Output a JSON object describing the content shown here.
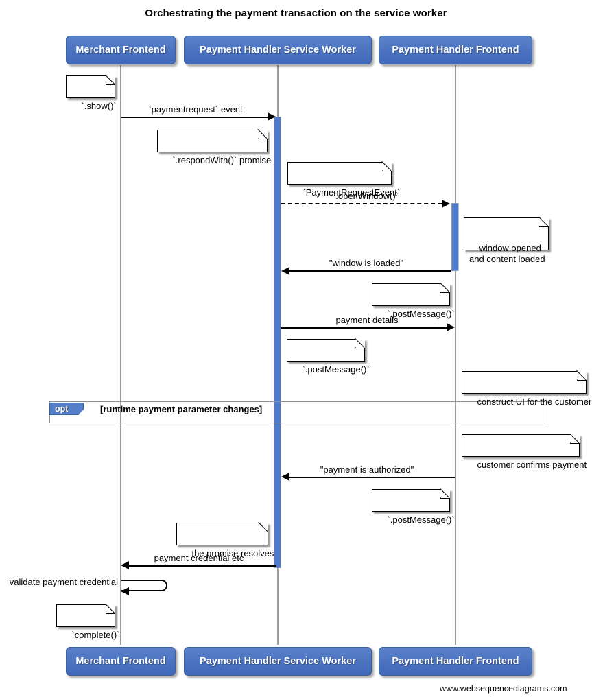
{
  "title": "Orchestrating the payment transaction on the service worker",
  "footer": "www.websequencediagrams.com",
  "participants": [
    {
      "id": "merchant",
      "label": "Merchant Frontend"
    },
    {
      "id": "sw",
      "label": "Payment Handler Service Worker"
    },
    {
      "id": "phfe",
      "label": "Payment Handler Frontend"
    }
  ],
  "messages": [
    {
      "id": "m1",
      "label": "`paymentrequest` event"
    },
    {
      "id": "m2",
      "label": "`.openWindow()`"
    },
    {
      "id": "m3",
      "label": "\"window is loaded\""
    },
    {
      "id": "m4",
      "label": "payment details"
    },
    {
      "id": "m5",
      "label": "\"payment is authorized\""
    },
    {
      "id": "m6",
      "label": "payment credential etc"
    },
    {
      "id": "m7",
      "label": "validate payment credential"
    }
  ],
  "notes": [
    {
      "id": "n1",
      "text": "`.show()`"
    },
    {
      "id": "n2",
      "text": "`.respondWith()` promise"
    },
    {
      "id": "n3",
      "text": "`PaymentRequestEvent`"
    },
    {
      "id": "n4",
      "text": "window opened\nand content loaded"
    },
    {
      "id": "n5",
      "text": "`.postMessage()`"
    },
    {
      "id": "n6",
      "text": "`.postMessage()`"
    },
    {
      "id": "n7",
      "text": "construct UI for the customer"
    },
    {
      "id": "n8",
      "text": "customer confirms payment"
    },
    {
      "id": "n9",
      "text": "`.postMessage()`"
    },
    {
      "id": "n10",
      "text": "the promise resolves"
    },
    {
      "id": "n11",
      "text": "`complete()`"
    }
  ],
  "fragment": {
    "kind": "opt",
    "condition": "[runtime payment parameter changes]"
  },
  "colors": {
    "participant_fill": "#4a72bf",
    "participant_border": "#39619f",
    "activation_fill": "#4e7ac7",
    "lifeline": "#9a9a9a",
    "fragment_tab": "#5580c9",
    "arrow": "#000000",
    "note_fill": "#ffffff",
    "background": "#ffffff"
  }
}
